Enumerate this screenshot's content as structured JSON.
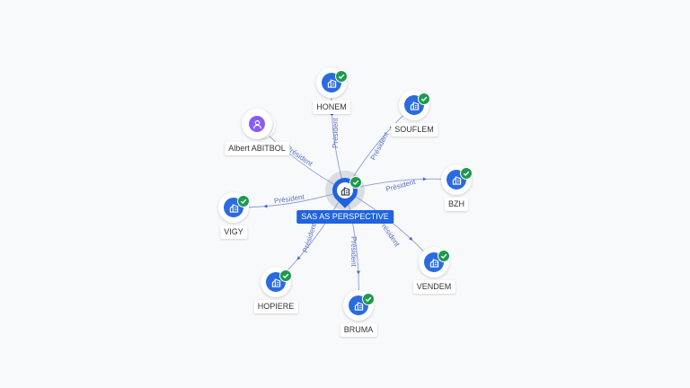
{
  "center": {
    "label": "SAS AS PERSPECTIVE",
    "icon": "building-icon",
    "verified": true
  },
  "nodes": [
    {
      "id": "honem",
      "label": "HONEM",
      "type": "company",
      "icon": "building-icon",
      "verified": true,
      "edge_label": "Président"
    },
    {
      "id": "souflem",
      "label": "SOUFLEM",
      "type": "company",
      "icon": "building-icon",
      "verified": true,
      "edge_label": "Président"
    },
    {
      "id": "bzh",
      "label": "BZH",
      "type": "company",
      "icon": "building-icon",
      "verified": true,
      "edge_label": "Président"
    },
    {
      "id": "vendem",
      "label": "VENDEM",
      "type": "company",
      "icon": "building-icon",
      "verified": true,
      "edge_label": "Président"
    },
    {
      "id": "bruma",
      "label": "BRUMA",
      "type": "company",
      "icon": "building-icon",
      "verified": true,
      "edge_label": "Président"
    },
    {
      "id": "hopiere",
      "label": "HOPIERE",
      "type": "company",
      "icon": "building-icon",
      "verified": true,
      "edge_label": "Président"
    },
    {
      "id": "vigy",
      "label": "VIGY",
      "type": "company",
      "icon": "building-icon",
      "verified": true,
      "edge_label": "Président"
    },
    {
      "id": "albert",
      "label": "Albert ABITBOL",
      "type": "person",
      "icon": "person-icon",
      "verified": false,
      "edge_label": "Président"
    }
  ],
  "colors": {
    "accent": "#1f63e0",
    "edge": "#8a9bd4",
    "verified": "#1e9a4e",
    "person": "#8a5cf6"
  }
}
